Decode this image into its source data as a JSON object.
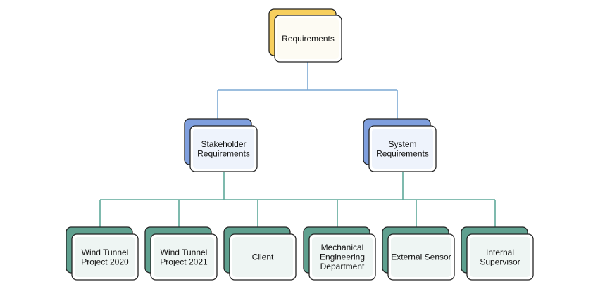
{
  "colors": {
    "root_fill": "#F7CF5E",
    "root_tint": "#FDFBF3",
    "level1_fill": "#7F9FDE",
    "level1_tint": "#EEF3FC",
    "level2_fill": "#5FA08F",
    "level2_tint": "#EEF5F3",
    "root_connector": "#7CA9D4",
    "level2_connector": "#5FA99A",
    "outline": "#222222",
    "card_fill": "#FFFFFF"
  },
  "root": {
    "label": "Requirements"
  },
  "level1": [
    {
      "id": "stakeholder",
      "lines": [
        "Stakeholder",
        "Requirements"
      ]
    },
    {
      "id": "system",
      "lines": [
        "System",
        "Requirements"
      ]
    }
  ],
  "level2": [
    {
      "id": "wind-tunnel-2020",
      "lines": [
        "Wind Tunnel",
        "Project 2020"
      ]
    },
    {
      "id": "wind-tunnel-2021",
      "lines": [
        "Wind Tunnel",
        "Project 2021"
      ]
    },
    {
      "id": "client",
      "lines": [
        "Client"
      ]
    },
    {
      "id": "mech-eng-dept",
      "lines": [
        "Mechanical",
        "Engineering",
        "Department"
      ]
    },
    {
      "id": "external-sensor",
      "lines": [
        "External Sensor"
      ]
    },
    {
      "id": "internal-supervisor",
      "lines": [
        "Internal",
        "Supervisor"
      ]
    }
  ]
}
